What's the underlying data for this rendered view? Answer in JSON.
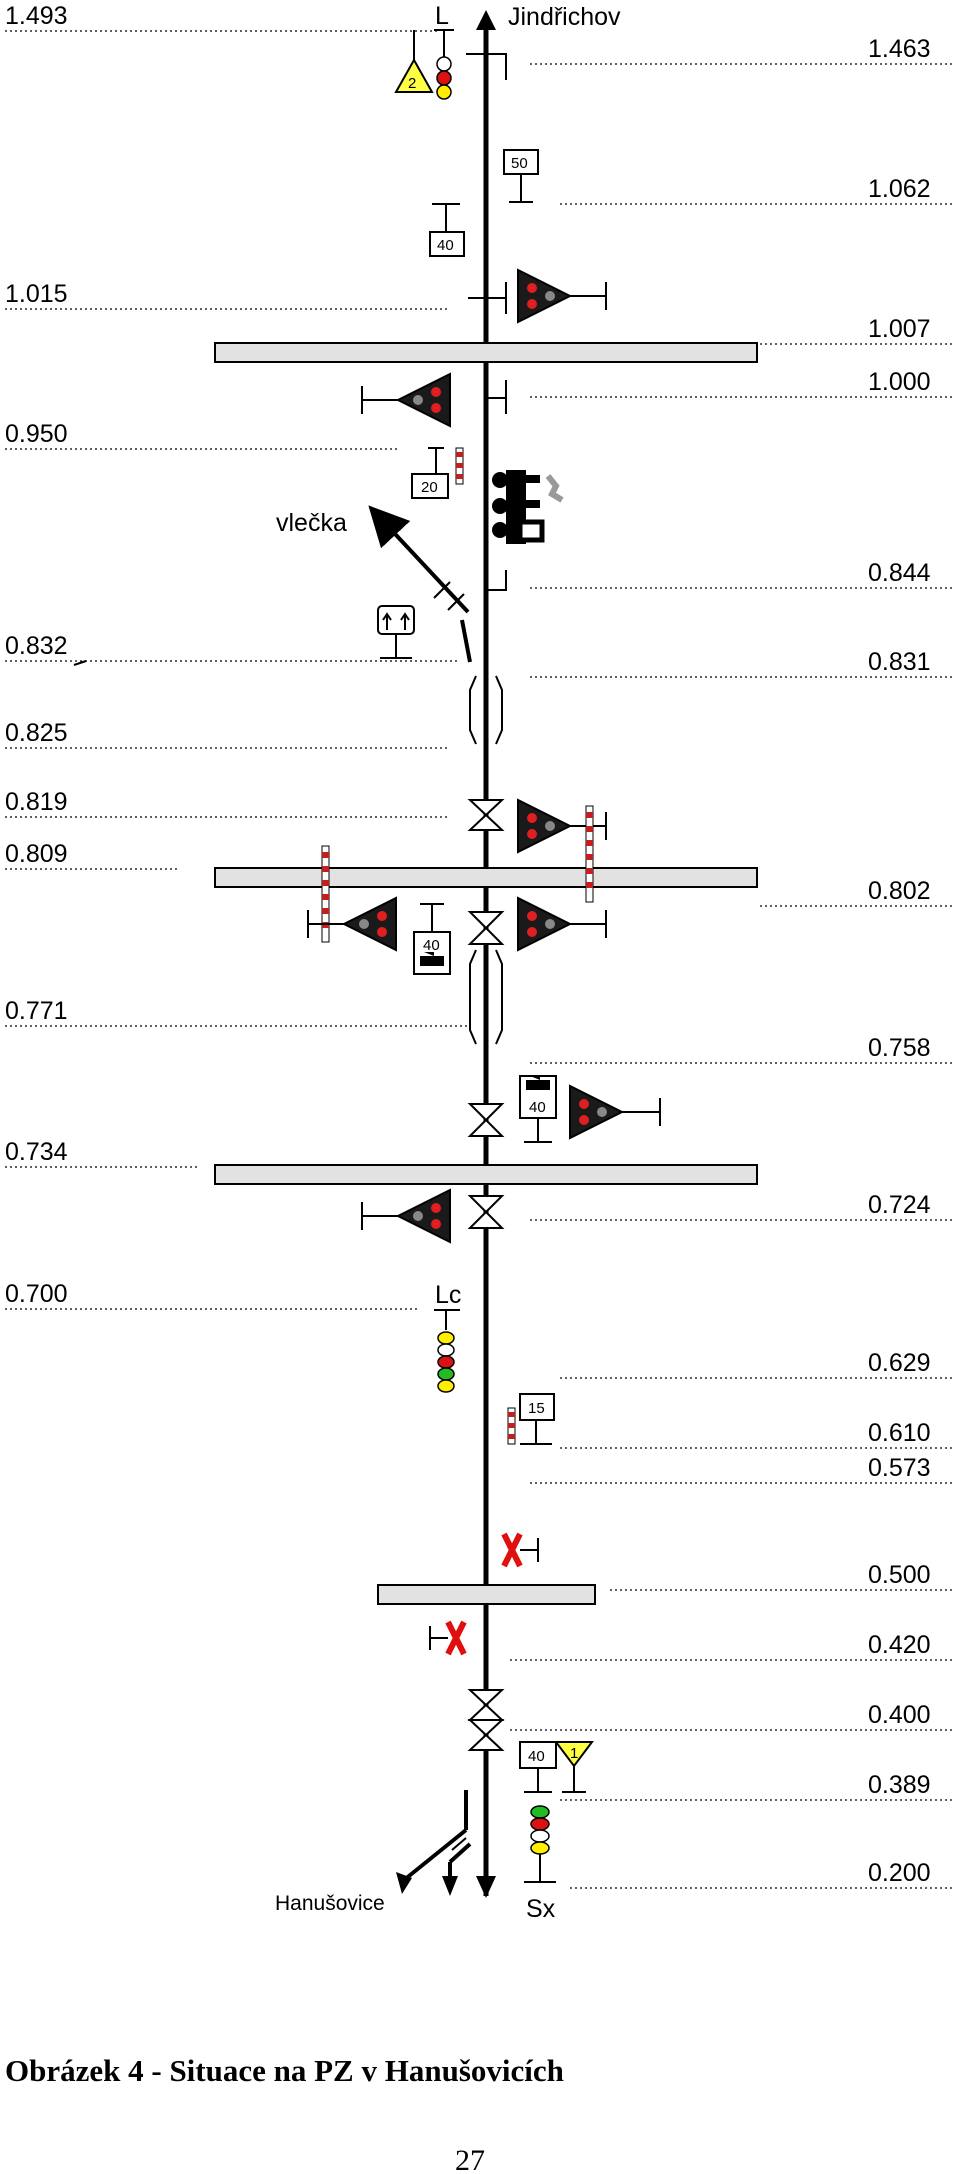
{
  "labels": {
    "top_direction": "Jindřichov",
    "bottom_direction": "Hanušovice",
    "siding": "vlečka",
    "signal_top": "L",
    "signal_mid": "Lc",
    "signal_bottom": "Sx"
  },
  "kilometres_left": [
    "1.493",
    "1.015",
    "0.950",
    "0.832",
    "0.825",
    "0.819",
    "0.809",
    "0.771",
    "0.734",
    "0.700"
  ],
  "kilometres_right": [
    "1.463",
    "1.062",
    "1.007",
    "1.000",
    "0.844",
    "0.831",
    "0.802",
    "0.758",
    "0.724",
    "0.629",
    "0.610",
    "0.573",
    "0.500",
    "0.420",
    "0.400",
    "0.389",
    "0.200"
  ],
  "speed_boards": [
    "50",
    "40",
    "20",
    "40",
    "40",
    "15",
    "40"
  ],
  "warning_triangles": [
    "2",
    "1"
  ],
  "caption": "Obrázek 4 - Situace na PZ v Hanušovicích",
  "page_number": "27"
}
